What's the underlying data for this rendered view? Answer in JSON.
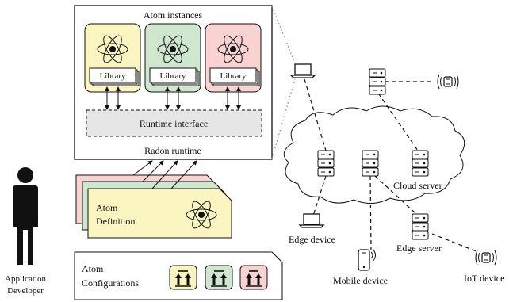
{
  "runtime": {
    "instances_title": "Atom instances",
    "library_label": "Library",
    "interface_label": "Runtime interface",
    "runtime_label": "Radon runtime",
    "instance_colors": [
      "#fbf6c1",
      "#cfe7cf",
      "#f8d3d1"
    ]
  },
  "definition": {
    "label_line1": "Atom",
    "label_line2": "Definition",
    "colors": [
      "#f8d3d1",
      "#cfe7cf",
      "#fbf6c1"
    ]
  },
  "configurations": {
    "label_line1": "Atom",
    "label_line2": "Configurations",
    "icon": "upload-arrows-icon"
  },
  "developer": {
    "label_line1": "Application",
    "label_line2": "Developer"
  },
  "network": {
    "cloud_server": "Cloud server",
    "edge_device": "Edge device",
    "edge_server": "Edge server",
    "mobile_device": "Mobile device",
    "iot_device": "IoT device"
  }
}
